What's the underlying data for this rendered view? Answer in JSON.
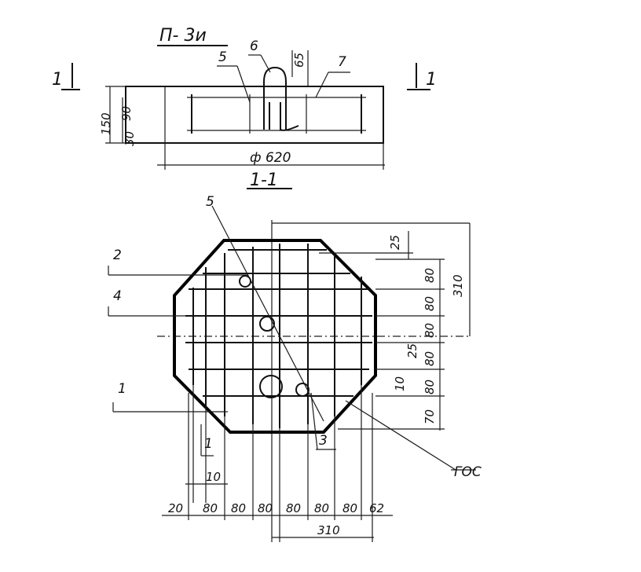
{
  "section": {
    "title": "П- 3и",
    "cut_left": "1",
    "cut_right": "1",
    "section_label": "1-1",
    "diameter": "ф 620",
    "dim_height": "150",
    "dim_lower": "30",
    "dim_mid": "90",
    "dim_loop": "65",
    "callouts": [
      "5",
      "6",
      "7"
    ]
  },
  "plan": {
    "callout_5": "5",
    "callout_2": "2",
    "callout_4": "4",
    "callout_1": "1",
    "callout_3": "3",
    "callout_1_inner": "1",
    "edge_text": "ГОС",
    "right_dims": [
      "25",
      "80",
      "80",
      "310",
      "80",
      "25",
      "80",
      "10",
      "80",
      "70"
    ],
    "left_dim_10": "10",
    "bottom_dims": [
      "20",
      "80",
      "80",
      "80",
      "80",
      "80",
      "80",
      "62"
    ],
    "bottom_total": "310"
  }
}
